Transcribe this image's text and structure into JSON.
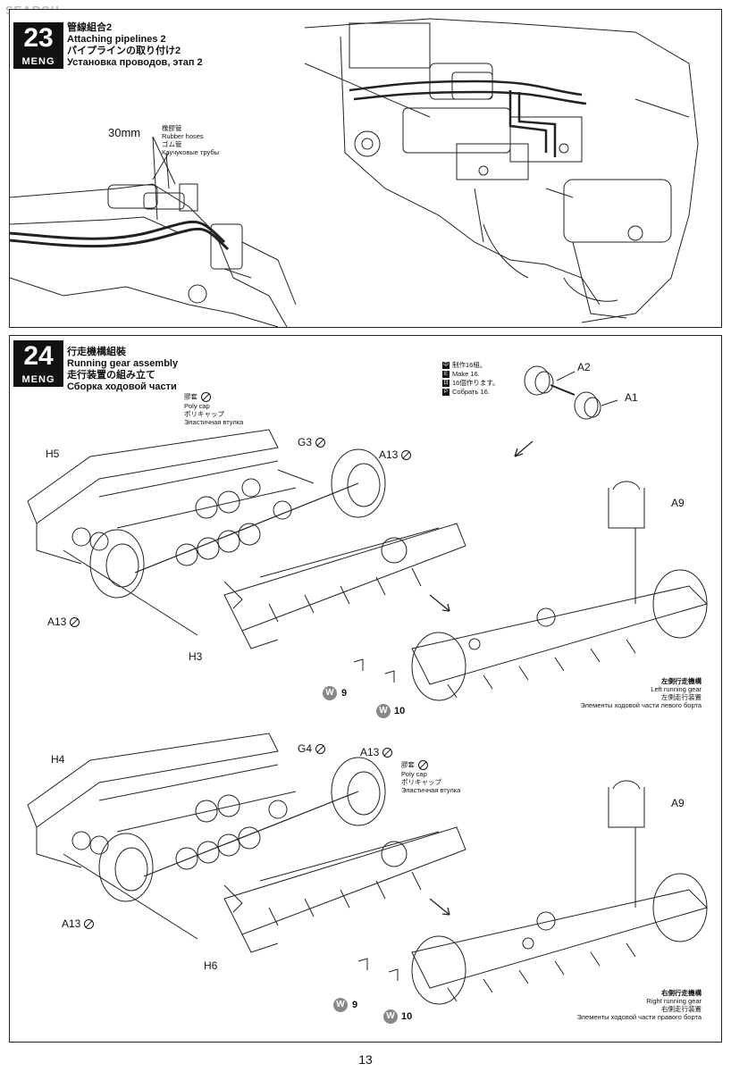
{
  "watermark": "SEARCH",
  "step23": {
    "number": "23",
    "brand": "MENG",
    "title_cn": "管線組合2",
    "title_en": "Attaching pipelines 2",
    "title_jp": "パイプラインの取り付け2",
    "title_ru": "Установка проводов, этап 2",
    "hose_size": "30mm",
    "hose_cn": "橡膠管",
    "hose_en": "Rubber hoses",
    "hose_jp": "ゴム管",
    "hose_ru": "Каучуковые трубы"
  },
  "step24": {
    "number": "24",
    "brand": "MENG",
    "title_cn": "行走機構組裝",
    "title_en": "Running gear assembly",
    "title_jp": "走行装置の組み立て",
    "title_ru": "Сборка ходовой части",
    "make_cn": "制作16組。",
    "make_en": "Make 16.",
    "make_jp": "16個作ります。",
    "make_ru": "Собрать 16.",
    "polycap_cn": "膠套",
    "polycap_en": "Poly cap",
    "polycap_jp": "ポリキャップ",
    "polycap_ru": "Эластичная втулка",
    "parts": {
      "a2": "A2",
      "a1": "A1",
      "a9": "A9",
      "a13": "A13",
      "g3": "G3",
      "g4": "G4",
      "h5": "H5",
      "h3": "H3",
      "h4": "H4",
      "h6": "H6"
    },
    "w9": "9",
    "w10": "10",
    "w_letter": "W",
    "left_cn": "左側行走機構",
    "left_en": "Left running gear",
    "left_jp": "左側走行装置",
    "left_ru": "Элементы ходовой части левого борта",
    "right_cn": "右側行走機構",
    "right_en": "Right running gear",
    "right_jp": "右側走行装置",
    "right_ru": "Элементы ходовой части правого борта"
  },
  "page_number": "13"
}
